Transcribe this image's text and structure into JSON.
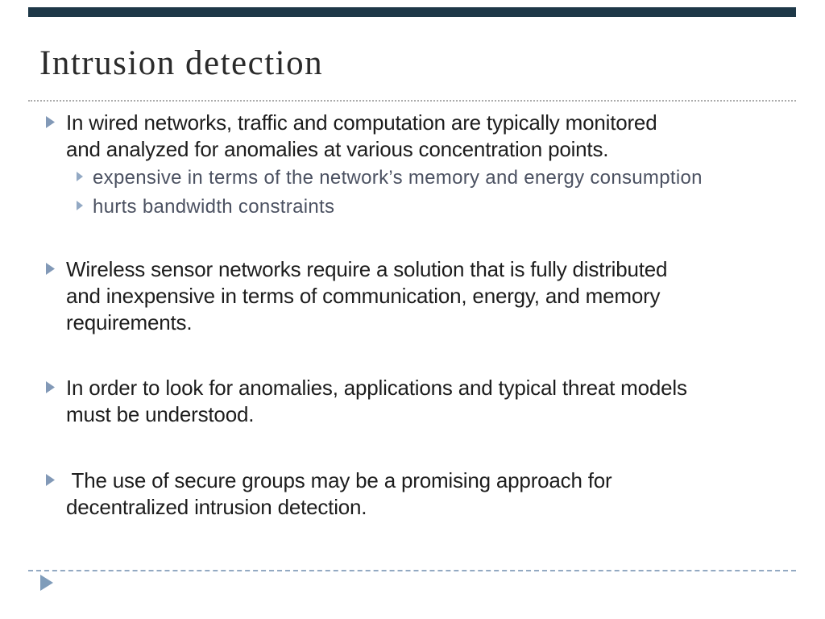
{
  "slide": {
    "title": "Intrusion detection",
    "bullets": {
      "b1": "In wired networks, traffic and computation are typically monitored\nand analyzed for anomalies at various concentration points.",
      "s1": "expensive in terms of the network’s memory and energy consumption",
      "s2": "hurts bandwidth constraints",
      "b2": "Wireless sensor networks require a solution that is fully distributed\nand inexpensive in terms of communication, energy, and memory\nrequirements.",
      "b3": "In order to look for anomalies, applications and typical threat models\nmust be understood.",
      "b4": " The use of secure groups may be a promising approach for\ndecentralized intrusion detection."
    },
    "colors": {
      "accent_bar": "#1e3848",
      "bullet_glyph": "#8299b7",
      "sub_bullet_glyph": "#93a9c4",
      "footer_arrow": "#7f9cba",
      "top_divider": "#ababab",
      "bottom_divider": "#93a9c2",
      "body_text": "#1d1d1d",
      "sub_text": "#4c5262",
      "title_text": "#2b2b2b"
    },
    "icons": {
      "bullet": "right-triangle",
      "footer": "right-triangle"
    }
  }
}
